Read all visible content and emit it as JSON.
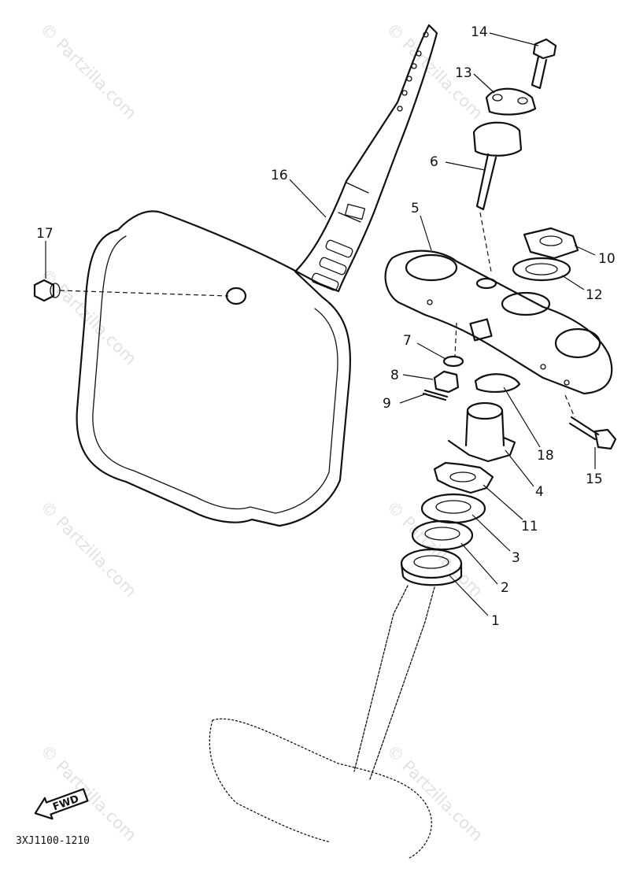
{
  "watermark": "© Partzilla.com",
  "diagram_code": "3XJ1100-1210",
  "fwd_label": "FWD",
  "callouts": [
    {
      "id": "1",
      "label": "1"
    },
    {
      "id": "2",
      "label": "2"
    },
    {
      "id": "3",
      "label": "3"
    },
    {
      "id": "4",
      "label": "4"
    },
    {
      "id": "5",
      "label": "5"
    },
    {
      "id": "6",
      "label": "6"
    },
    {
      "id": "7",
      "label": "7"
    },
    {
      "id": "8",
      "label": "8"
    },
    {
      "id": "9",
      "label": "9"
    },
    {
      "id": "10",
      "label": "10"
    },
    {
      "id": "11",
      "label": "11"
    },
    {
      "id": "12",
      "label": "12"
    },
    {
      "id": "13",
      "label": "13"
    },
    {
      "id": "14",
      "label": "14"
    },
    {
      "id": "15",
      "label": "15"
    },
    {
      "id": "16",
      "label": "16"
    },
    {
      "id": "17",
      "label": "17"
    },
    {
      "id": "18",
      "label": "18"
    }
  ]
}
